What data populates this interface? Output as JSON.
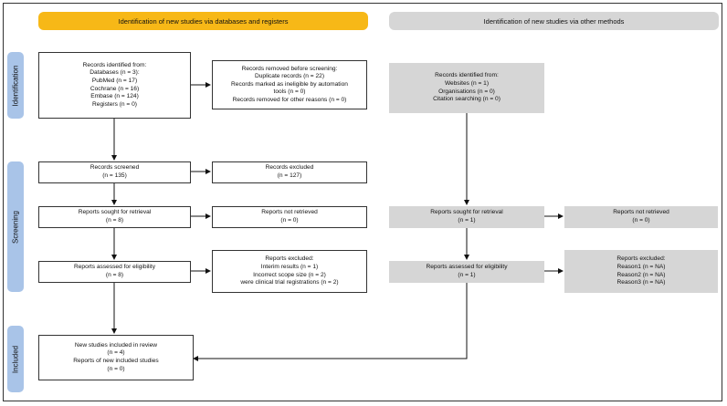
{
  "headers": {
    "databases": "Identification of new studies via databases and registers",
    "other": "Identification of new studies via other methods"
  },
  "phases": {
    "identification": "Identification",
    "screening": "Screening",
    "included": "Included"
  },
  "db": {
    "identified": [
      "Records identified from:",
      "Databases (n = 3):",
      "PubMed (n = 17)",
      "Cochrane (n = 16)",
      "Embase (n = 124)",
      "Registers (n = 0)"
    ],
    "removed": [
      "Records removed before screening:",
      "Duplicate records (n = 22)",
      "Records marked as ineligible by automation",
      "tools (n = 0)",
      "Records removed for other reasons (n = 0)"
    ],
    "screened": [
      "Records screened",
      "(n = 135)"
    ],
    "excluded": [
      "Records excluded",
      "(n = 127)"
    ],
    "sought": [
      "Reports sought for retrieval",
      "(n = 8)"
    ],
    "not_retrieved": [
      "Reports not retrieved",
      "(n = 0)"
    ],
    "assessed": [
      "Reports assessed for eligibility",
      "(n = 8)"
    ],
    "reports_excluded": [
      "Reports excluded:",
      "Interim results (n = 1)",
      "Incorrect scope size (n = 2)",
      "were clinical trial registrations (n = 2)"
    ],
    "included": [
      "New studies included in review",
      "(n = 4)",
      "Reports of new included studies",
      "(n = 0)"
    ]
  },
  "other": {
    "identified": [
      "Records identified from:",
      "Websites (n = 1)",
      "Organisations (n = 0)",
      "Citation searching (n = 0)"
    ],
    "sought": [
      "Reports sought for retrieval",
      "(n = 1)"
    ],
    "not_retrieved": [
      "Reports not retrieved",
      "(n = 0)"
    ],
    "assessed": [
      "Reports assessed for eligibility",
      "(n = 1)"
    ],
    "reports_excluded": [
      "Reports excluded:",
      "Reason1 (n = NA)",
      "Reason2 (n = NA)",
      "Reason3 (n = NA)"
    ]
  },
  "colors": {
    "db_header": "#f7b817",
    "other_header": "#d6d6d6",
    "phase_tab": "#a9c4e8",
    "other_box": "#d6d6d6"
  }
}
